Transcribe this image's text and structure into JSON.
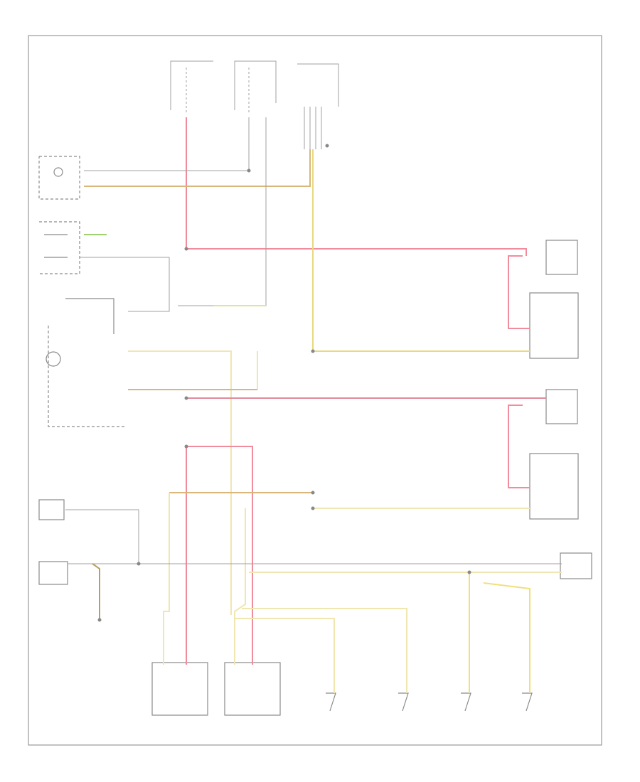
{
  "page": {
    "diagram_code": "",
    "legibility_note": ""
  },
  "colors": {
    "red": "#f08c9c",
    "orange": "#d9b77a",
    "yellow": "#f0e07a",
    "pale_yellow": "#efe6b0",
    "gray": "#a8a8a8",
    "green": "#a0d070"
  },
  "components": [
    {
      "name": "fuse-panel-left",
      "label": ""
    },
    {
      "name": "fuse-panel-right",
      "label": ""
    },
    {
      "name": "fuse-relay-panel",
      "label": ""
    },
    {
      "name": "glove-compartment-light",
      "label": ""
    },
    {
      "name": "door-lock-switch",
      "label": ""
    },
    {
      "name": "ignition-switch",
      "label": ""
    },
    {
      "name": "interior-lamp-relay",
      "label": ""
    },
    {
      "name": "interior-light",
      "label": ""
    },
    {
      "name": "front-door-switch-right",
      "label": ""
    },
    {
      "name": "front-door-light-right",
      "label": ""
    },
    {
      "name": "front-door-switch-left",
      "label": ""
    },
    {
      "name": "front-door-light-left",
      "label": ""
    },
    {
      "name": "map-light",
      "label": ""
    },
    {
      "name": "luggage-compartment-light-switch",
      "label": ""
    },
    {
      "name": "luggage-compartment-light",
      "label": ""
    },
    {
      "name": "left-front-vanity-mirror-light",
      "label": ""
    },
    {
      "name": "right-front-vanity-mirror-light",
      "label": ""
    },
    {
      "name": "left-rear-door-switch",
      "label": ""
    },
    {
      "name": "left-rear-door-light",
      "label": ""
    },
    {
      "name": "right-rear-door-switch",
      "label": ""
    },
    {
      "name": "right-rear-door-light",
      "label": ""
    }
  ]
}
